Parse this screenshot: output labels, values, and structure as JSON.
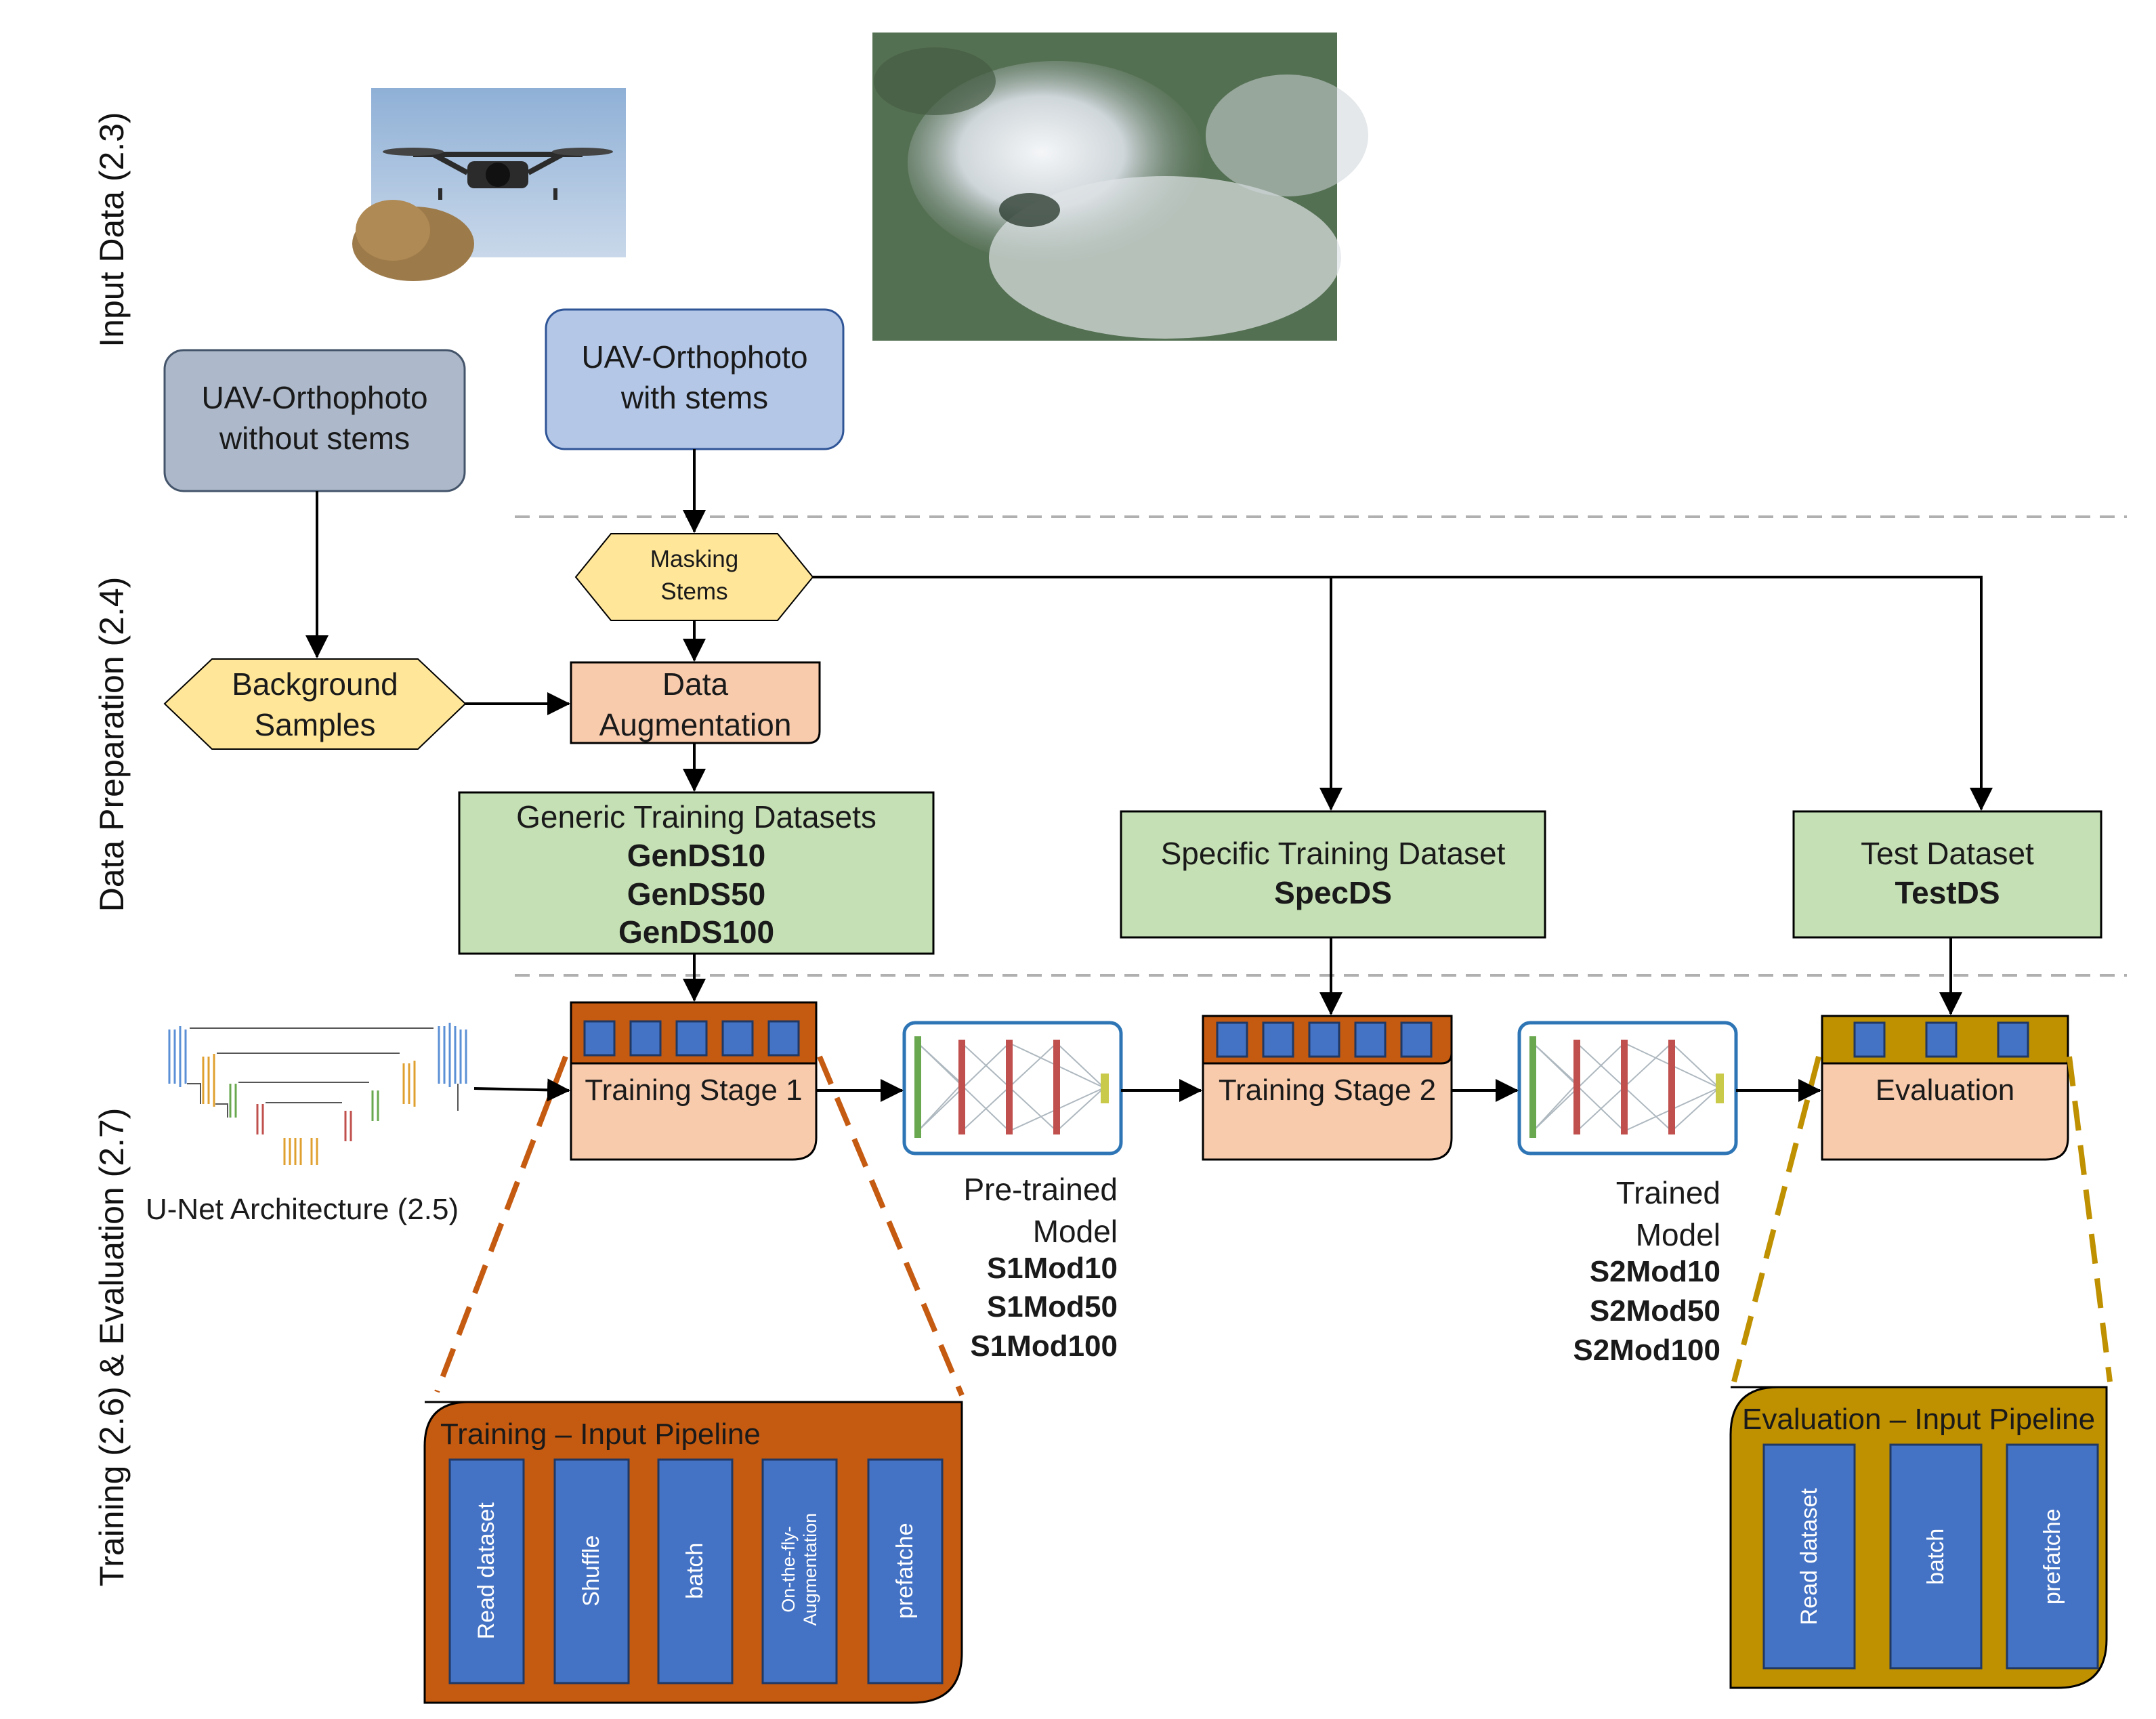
{
  "sections": [
    {
      "id": "input",
      "label": "Input Data  (2.3)"
    },
    {
      "id": "prep",
      "label": "Data Preparation  (2.4)"
    },
    {
      "id": "train",
      "label": "Training  (2.6) & Evaluation  (2.7)"
    }
  ],
  "input": {
    "ortho_without": "UAV-Orthophoto\nwithout stems",
    "ortho_with": "UAV-Orthophoto\nwith stems"
  },
  "prep": {
    "masking": "Masking\nStems",
    "background": "Background\nSamples",
    "augmentation": "Data\nAugmentation",
    "generic_title": "Generic Training Datasets",
    "generic_sets": [
      "GenDS10",
      "GenDS50",
      "GenDS100"
    ],
    "specific_title": "Specific Training Dataset",
    "specific_set": "SpecDS",
    "test_title": "Test Dataset",
    "test_set": "TestDS"
  },
  "train": {
    "unet_label": "U-Net Architecture  (2.5)",
    "stage1": "Training Stage  1",
    "stage2": "Training Stage  2",
    "evaluation": "Evaluation",
    "pretrained_title": "Pre-trained\nModel",
    "pretrained_models": [
      "S1Mod10",
      "S1Mod50",
      "S1Mod100"
    ],
    "trained_title": "Trained\nModel",
    "trained_models": [
      "S2Mod10",
      "S2Mod50",
      "S2Mod100"
    ]
  },
  "pipelines": {
    "training": {
      "title": "Training – Input Pipeline",
      "steps": [
        "Read dataset",
        "Shuffle",
        "batch",
        "On-the-fly-\nAugmentation",
        "prefatche"
      ]
    },
    "evaluation": {
      "title": "Evaluation – Input Pipeline",
      "steps": [
        "Read dataset",
        "batch",
        "prefatche"
      ]
    }
  },
  "colors": {
    "gray_box": "#adb9ca",
    "blue_box": "#b4c7e7",
    "hexagon": "#ffe699",
    "peach": "#f8cbad",
    "green": "#c5e0b4",
    "orange": "#c55a11",
    "gold": "#bf9000",
    "step_blue": "#4472c4",
    "nn_frame": "#2e75b6"
  }
}
